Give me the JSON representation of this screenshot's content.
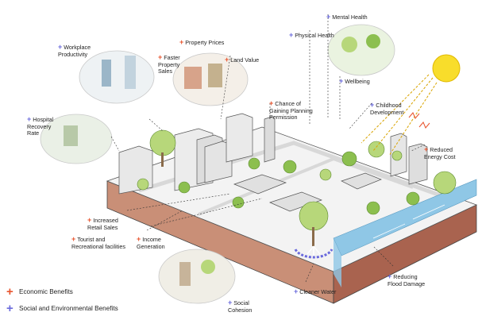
{
  "colors": {
    "economic": "#e8542e",
    "social": "#6a6adc",
    "ground": "#f1f1f1",
    "soil": "#c98f77",
    "soil_dark": "#a9634f",
    "tree": "#b7d77a",
    "tree_dark": "#8cbf4f",
    "water": "#8fc7e6",
    "sun": "#f8dd2b"
  },
  "legend": {
    "economic": {
      "mark": "+",
      "label": "Economic Benefits"
    },
    "social": {
      "mark": "+",
      "label": "Social and Environmental Benefits"
    }
  },
  "labels": [
    {
      "id": "mental-health",
      "type": "social",
      "text": "Mental Health"
    },
    {
      "id": "physical-health",
      "type": "social",
      "text": "Physical Health"
    },
    {
      "id": "workplace-productivity",
      "type": "social",
      "text": "Workplace\nProductivity"
    },
    {
      "id": "property-prices",
      "type": "economic",
      "text": "Property Prices"
    },
    {
      "id": "faster-property-sales",
      "type": "economic",
      "text": "Faster\nProperty\nSales"
    },
    {
      "id": "land-value",
      "type": "economic",
      "text": "Land Value"
    },
    {
      "id": "wellbeing",
      "type": "social",
      "text": "Wellbeing"
    },
    {
      "id": "hospital-recovery-rate",
      "type": "social",
      "text": "Hospital\nRecovery\nRate"
    },
    {
      "id": "chance-of-gaining-planning-permission",
      "type": "economic",
      "text": "Chance of\nGaining Planning\nPermission"
    },
    {
      "id": "childhood-development",
      "type": "social",
      "text": "Childhood\nDevelopment"
    },
    {
      "id": "reduced-energy-cost",
      "type": "economic",
      "text": "Reduced\nEnergy Cost"
    },
    {
      "id": "increased-retail-sales",
      "type": "economic",
      "text": "Increased\nRetail Sales"
    },
    {
      "id": "tourist-and-recreational-facilities",
      "type": "economic",
      "text": "Tourist and\nRecreational facilities"
    },
    {
      "id": "income-generation",
      "type": "economic",
      "text": "Income\nGeneration"
    },
    {
      "id": "reducing-flood-damage",
      "type": "social",
      "text": "Reducing\nFlood Damage"
    },
    {
      "id": "social-cohesion",
      "type": "social",
      "text": "Social\nCohesion"
    },
    {
      "id": "cleaner-water",
      "type": "social",
      "text": "Cleaner Water"
    }
  ]
}
